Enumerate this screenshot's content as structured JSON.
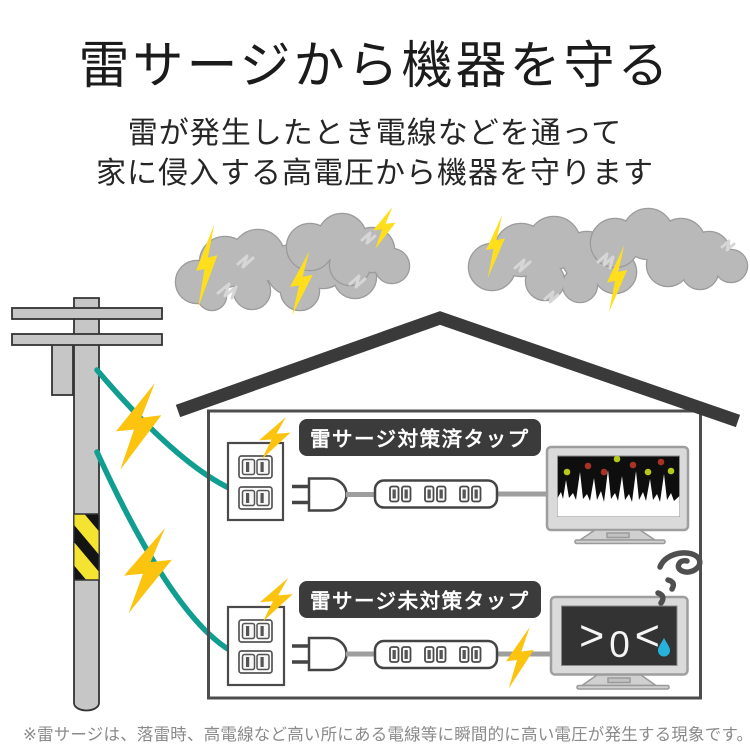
{
  "header": {
    "title": "雷サージから機器を守る",
    "subtitle_lines": [
      "雷が発生したとき電線などを通って",
      "家に侵入する高電圧から機器を守ります"
    ]
  },
  "scene": {
    "protected_tap_label": "雷サージ対策済タップ",
    "unprotected_tap_label": "雷サージ未対策タップ",
    "damaged_tv_face": {
      "left_eye": ">",
      "mouth": "0",
      "right_eye": "<"
    },
    "icons": [
      "lightning-bolt-icon",
      "storm-cloud",
      "utility-pole",
      "power-line-wire",
      "house-outline",
      "wall-outlet",
      "power-plug",
      "power-strip",
      "tv-concert-screen",
      "tv-damaged-screen",
      "dizzy-squiggle-icon",
      "teardrop-icon"
    ],
    "colors": {
      "lightning_yellow": "#FFDF1B",
      "surge_amber": "#FCC40F",
      "wire_teal": "#109E90",
      "cloud_gray": "#B9B9B9",
      "roof_charcoal": "#3A3A3A",
      "label_bg": "#3B3B3B",
      "caution_yellow": "#F4E331",
      "tv_screen_black": "#0E0E0E",
      "tear_blue": "#27B2DD"
    }
  },
  "footnote": {
    "text": "※雷サージは、落雷時、高電線など高い所にある電線等に瞬間的に高い電圧が発生する現象です。"
  }
}
